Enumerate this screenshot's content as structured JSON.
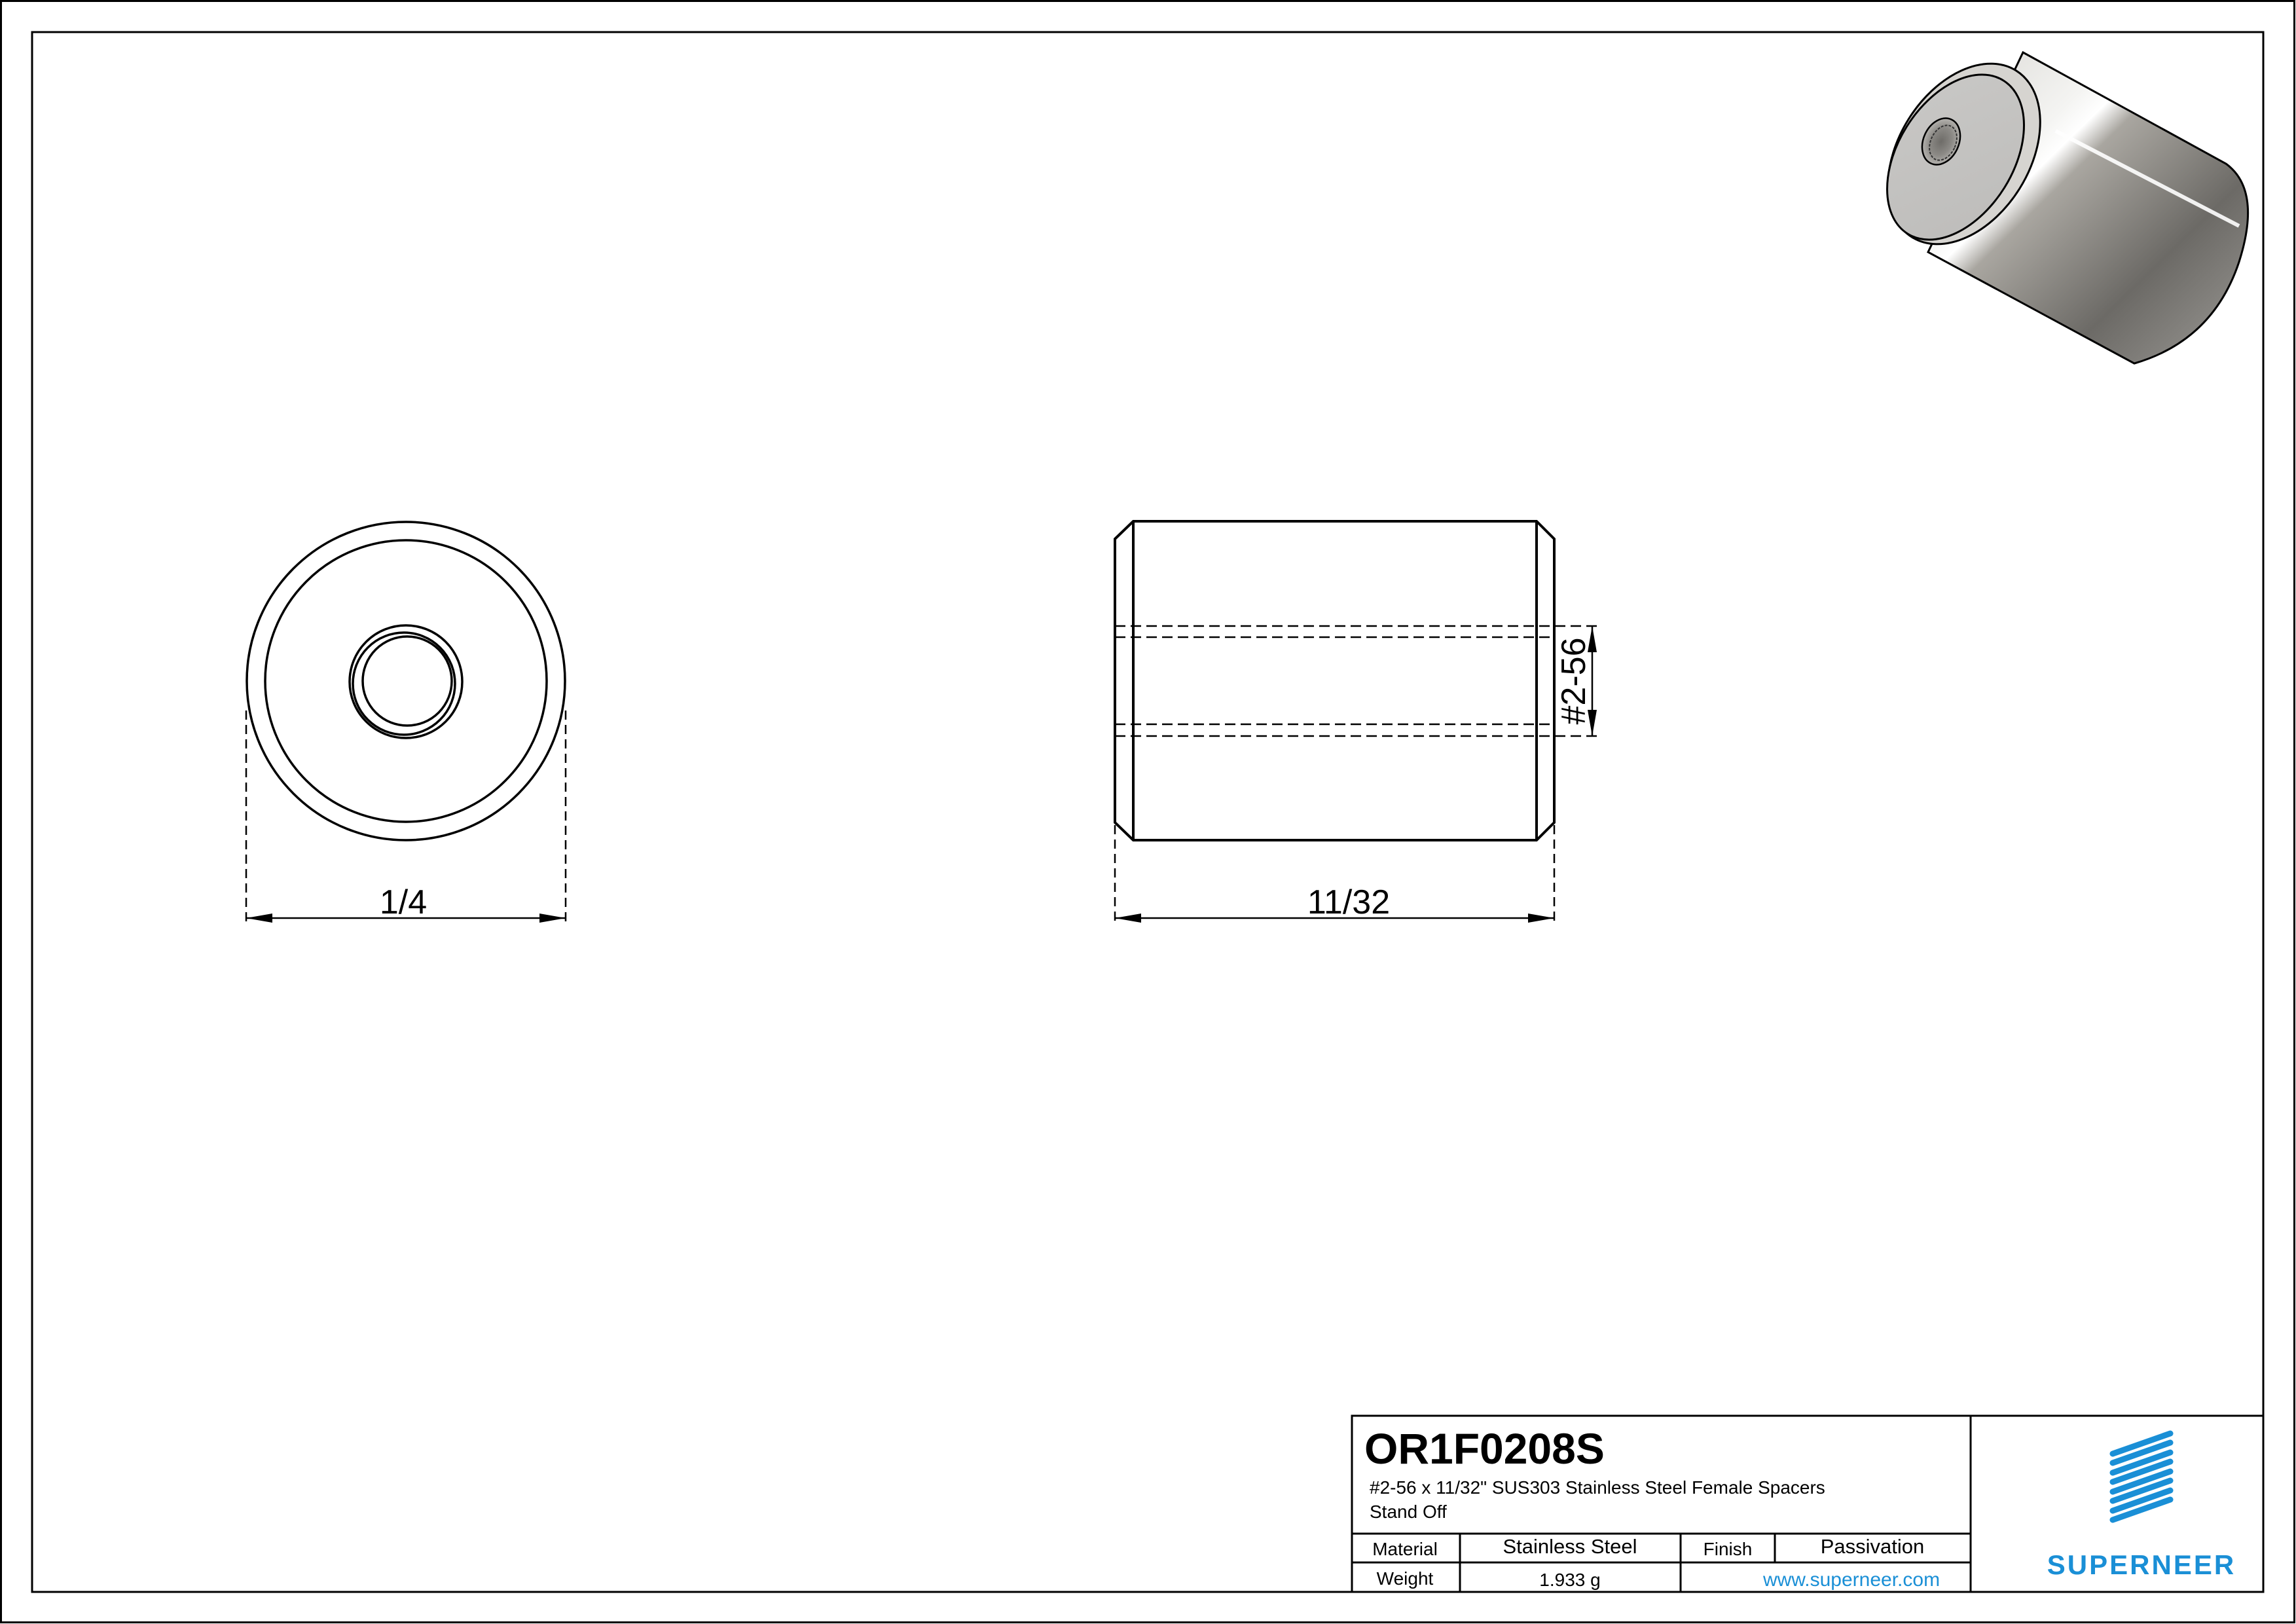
{
  "drawing": {
    "type": "engineering-drawing",
    "views": {
      "end_view": {
        "dimension_label": "1/4"
      },
      "side_view": {
        "length_dimension_label": "11/32",
        "thread_dimension_label": "#2-56"
      },
      "isometric_render": {
        "description": "3d-rendered-stainless-cylinder-standoff"
      }
    }
  },
  "title_block": {
    "part_number": "OR1F0208S",
    "description_line1": "#2-56 x 11/32\" SUS303 Stainless Steel Female Spacers",
    "description_line2": "Stand Off",
    "material_label": "Material",
    "material_value": "Stainless Steel",
    "finish_label": "Finish",
    "finish_value": "Passivation",
    "weight_label": "Weight",
    "weight_value": "1.933 g",
    "website": "www.superneer.com"
  },
  "brand": {
    "name": "SUPERNEER",
    "logo_icon": "striped-parallelogram-logo",
    "color": "#1a8fd6"
  },
  "colors": {
    "line": "#000000",
    "background": "#ffffff",
    "brand_blue": "#1a8fd6"
  }
}
